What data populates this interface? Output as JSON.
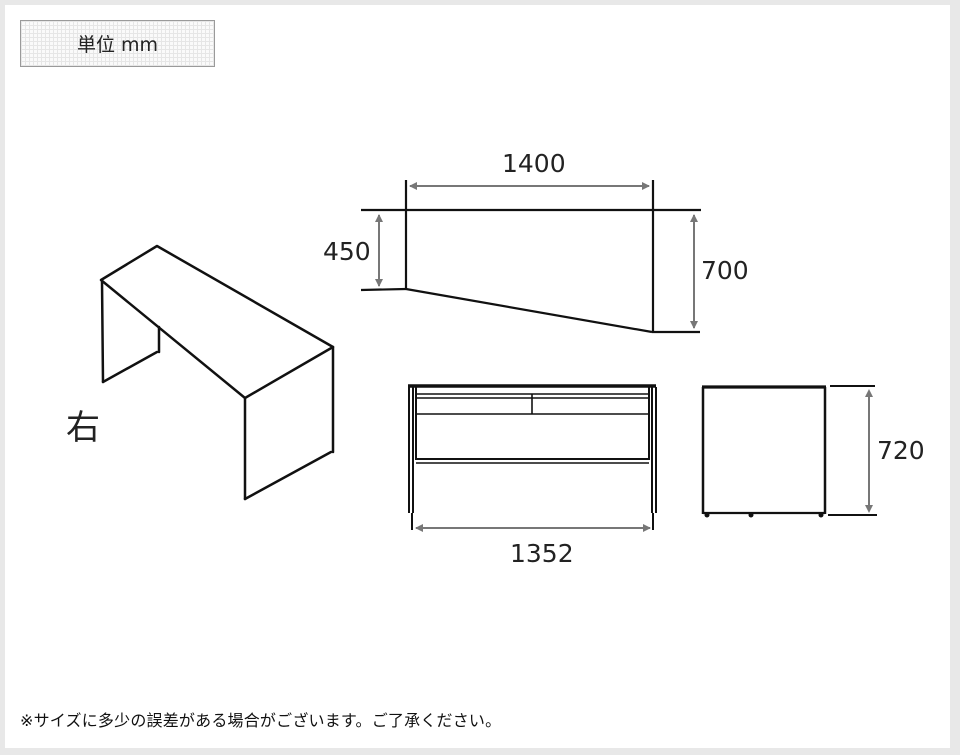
{
  "unit_label": "単位 mm",
  "view_label": "右",
  "dimensions": {
    "width_top": "1400",
    "depth_narrow": "450",
    "depth_wide": "700",
    "inner_width": "1352",
    "height": "720"
  },
  "footnote": "※サイズに多少の誤差がある場合がございます。ご了承ください。",
  "colors": {
    "line": "#111111",
    "dimension_line": "#777777",
    "background": "#ffffff",
    "frame": "#e8e8e8"
  }
}
